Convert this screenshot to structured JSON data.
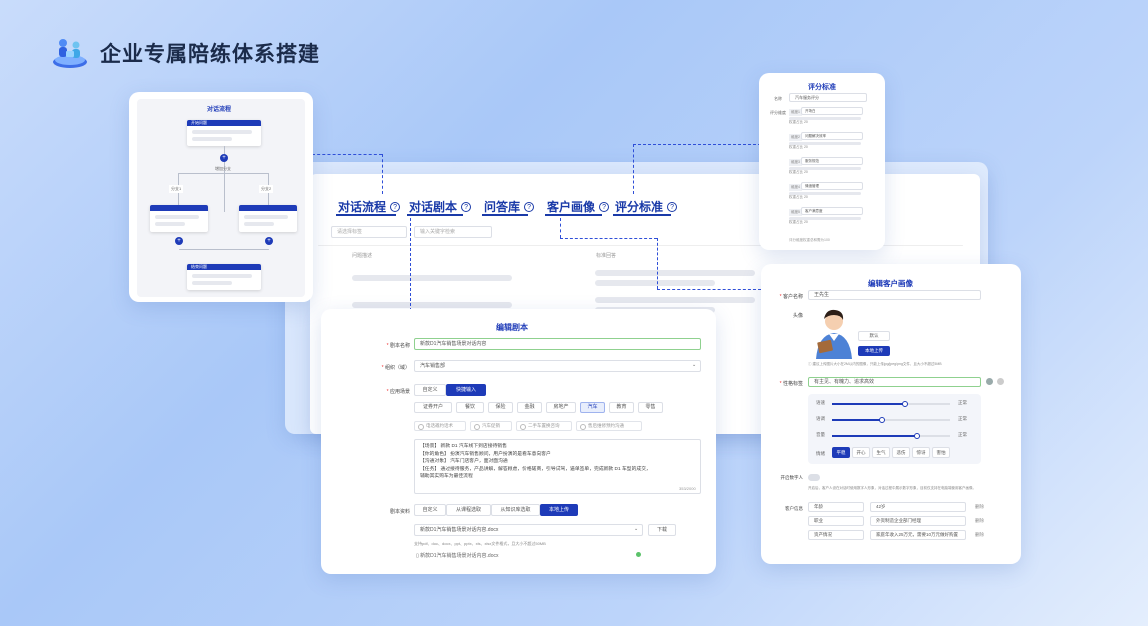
{
  "brand": {
    "title": "企业专属陪练体系搭建"
  },
  "colors": {
    "accent": "#1e3bb8",
    "background": "#b7d0f9"
  },
  "tabs": [
    {
      "label": "对话流程",
      "icon": "help-circle-icon"
    },
    {
      "label": "对话剧本",
      "icon": "help-circle-icon"
    },
    {
      "label": "问答库",
      "icon": "help-circle-icon"
    },
    {
      "label": "客户画像",
      "icon": "help-circle-icon"
    },
    {
      "label": "评分标准",
      "icon": "help-circle-icon"
    }
  ],
  "table": {
    "search_placeholder": "请选择标签",
    "input_placeholder": "输入关键字检索",
    "col_question": "问题描述",
    "col_answer": "标准回答"
  },
  "flow": {
    "title": "对话流程",
    "start_node": "开始问题",
    "branch_label": "增加分支",
    "branch_a": "分支1",
    "branch_b": "分支2",
    "end_node": "结束问题"
  },
  "score": {
    "title": "评分标准",
    "name_label": "名称",
    "name_value": "汽车服务评分",
    "detail_label": "评分维度",
    "items": [
      {
        "tag": "维度1",
        "name": "开场白",
        "weight": "权重占比 20"
      },
      {
        "tag": "维度2",
        "name": "问题解决效率",
        "weight": "权重占比 20"
      },
      {
        "tag": "维度3",
        "name": "服务规范",
        "weight": "权重占比 20"
      },
      {
        "tag": "维度4",
        "name": "情绪管理",
        "weight": "权重占比 20"
      },
      {
        "tag": "维度5",
        "name": "客户满意度",
        "weight": "权重占比 20"
      }
    ],
    "footer_note": "评分维度权重总和需为100"
  },
  "script_editor": {
    "title": "编辑剧本",
    "name_label": "剧本名称",
    "name_value": "新款D1汽车销售场景对话内容",
    "org_label": "组织（域）",
    "org_value": "汽车销售部",
    "scene_label": "应用场景",
    "scene_tabs": [
      "自定义",
      "快捷输入"
    ],
    "industries": [
      "证券开户",
      "餐饮",
      "保险",
      "金融",
      "房地产",
      "汽车",
      "教育",
      "零售"
    ],
    "templates": [
      "电话邀约话术",
      "汽车促销",
      "二手车置换咨询",
      "售后维修预约沟通"
    ],
    "content_lines": [
      "【场景】 新款 D1 汽车线下到店接待销售",
      "【你的角色】 扮演汽车销售顾问，用户扮演的是看车意向客户",
      "【沟通对象】 汽车门店客户，面对面沟通",
      "【任务】 通过接待服务，产品讲解，解答顾虑，价格磋商，引导试驾，逼单签单，完成新款 D1 车型的成交，",
      "辅助其实购车为最佳流程"
    ],
    "char_count": "353/2000",
    "material_label": "剧本资料",
    "material_tabs": [
      "自定义",
      "从课程选取",
      "从知识库选取",
      "本地上传"
    ],
    "file_select": "新款D1汽车销售场景对话内容.docx",
    "download_label": "下载",
    "file_hint": "支持pdf、doc、docx、ppt、pptx、xls、xlsx文件格式，且大小不超过50MB",
    "uploaded_file": "新款D1汽车销售场景对话内容.docx"
  },
  "persona": {
    "title": "编辑客户画像",
    "name_label": "客户名称",
    "name_value": "王先生",
    "avatar_label": "头像",
    "avatar_hint_btn": "默认",
    "avatar_upload": "本地上传",
    "avatar_note": "建议上传图片大小在2M以内的图像，只能上传jpg/jpeg/png文件，且大小不超过5MB",
    "traits_label": "性格标签",
    "traits_value": "有主见、有魄力、追求高效",
    "voice_label": "语速",
    "sliders": [
      {
        "label": "语速",
        "value": 0.62,
        "end": "正常"
      },
      {
        "label": "语调",
        "value": 0.42,
        "end": "正常"
      },
      {
        "label": "音量",
        "value": 0.72,
        "end": "正常"
      }
    ],
    "emotion_label": "情绪",
    "emotions": [
      "平稳",
      "开心",
      "生气",
      "悲伤",
      "惊讶",
      "害怕"
    ],
    "open_label": "开启数字人",
    "open_note": "开启后，客户人设在对话时使用数字人形象，对话过程中展示数字形象，目前仅支持在电脑端使用客户画像。",
    "info_label": "客户信息",
    "info_rows": [
      {
        "key": "年龄",
        "value": "42岁",
        "action": "删除"
      },
      {
        "key": "职业",
        "value": "外资制造企业部门经理",
        "action": "删除"
      },
      {
        "key": "资产情况",
        "value": "家庭年收入25万元，需要10万元做好购置",
        "action": "删除"
      }
    ]
  }
}
